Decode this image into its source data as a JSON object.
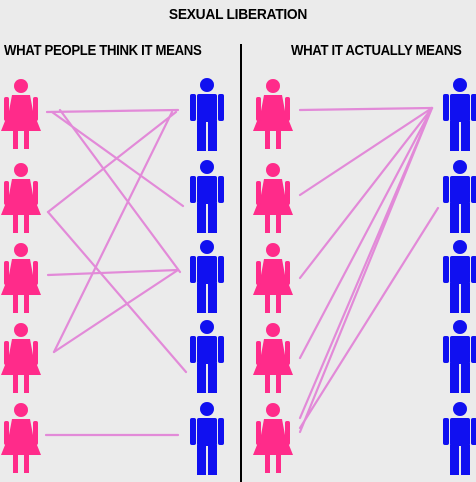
{
  "title": "SEXUAL LIBERATION",
  "left_heading": "WHAT PEOPLE THINK IT MEANS",
  "right_heading": "WHAT IT ACTUALLY MEANS",
  "colors": {
    "woman": "#ff2b8a",
    "man": "#1010f0",
    "line": "#e28ad8",
    "background": "#ebebeb"
  },
  "icons": {
    "woman": "female-figure-icon",
    "man": "male-figure-icon"
  }
}
